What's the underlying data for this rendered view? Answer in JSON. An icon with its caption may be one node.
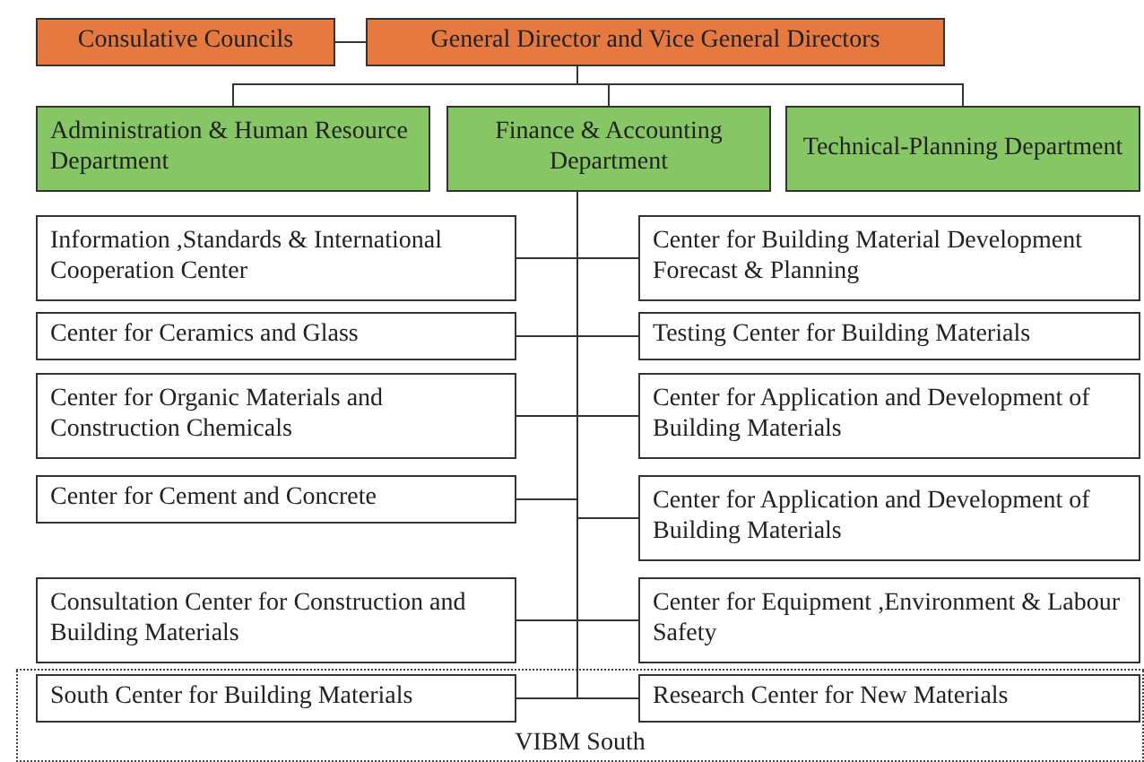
{
  "diagram": {
    "nodes": [
      {
        "text": [
          "Consulative Councils"
        ]
      },
      {
        "text": [
          "General Director and Vice General Directors"
        ]
      },
      {
        "text": [
          "Administration & Human Resource Department"
        ]
      },
      {
        "text": [
          "Finance & Accounting Department"
        ]
      },
      {
        "text": [
          "Technical-Planning Department"
        ]
      },
      {
        "text": [
          "Information ,Standards & International Cooperation Center"
        ]
      },
      {
        "text": [
          "Center for Building Material Development Forecast & Planning"
        ]
      },
      {
        "text": [
          "Center for Ceramics and Glass"
        ]
      },
      {
        "text": [
          "Testing Center for Building Materials"
        ]
      },
      {
        "text": [
          "Center for Organic Materials and Construction Chemicals"
        ]
      },
      {
        "text": [
          "Center for Application and Development of Building Materials"
        ]
      },
      {
        "text": [
          "Center for Cement and Concrete"
        ]
      },
      {
        "text": [
          "Center for Application and Development of Building Materials"
        ]
      },
      {
        "text": [
          "Consultation Center for Construction and Building Materials"
        ]
      },
      {
        "text": [
          "Center for Equipment ,Environment & Labour Safety"
        ]
      },
      {
        "text": [
          "VIBM South"
        ]
      },
      {
        "text": [
          "South Center for Building Materials"
        ],
        "in": 15
      },
      {
        "text": [
          "Research Center for New Materials"
        ],
        "in": 15
      }
    ],
    "edges": [
      {
        "from": 0,
        "to": 1,
        "arrow": "none"
      },
      {
        "from": 1,
        "to": 2,
        "arrow": "none"
      },
      {
        "from": 1,
        "to": 3,
        "arrow": "none"
      },
      {
        "from": 1,
        "to": 4,
        "arrow": "none"
      },
      {
        "from": 3,
        "to": 5,
        "arrow": "none"
      },
      {
        "from": 3,
        "to": 6,
        "arrow": "none"
      },
      {
        "from": 3,
        "to": 7,
        "arrow": "none"
      },
      {
        "from": 3,
        "to": 8,
        "arrow": "none"
      },
      {
        "from": 3,
        "to": 9,
        "arrow": "none"
      },
      {
        "from": 3,
        "to": 10,
        "arrow": "none"
      },
      {
        "from": 3,
        "to": 11,
        "arrow": "none"
      },
      {
        "from": 3,
        "to": 12,
        "arrow": "none"
      },
      {
        "from": 3,
        "to": 13,
        "arrow": "none"
      },
      {
        "from": 3,
        "to": 14,
        "arrow": "none"
      },
      {
        "from": 3,
        "to": 16,
        "arrow": "none"
      },
      {
        "from": 3,
        "to": 17,
        "arrow": "none"
      }
    ]
  }
}
